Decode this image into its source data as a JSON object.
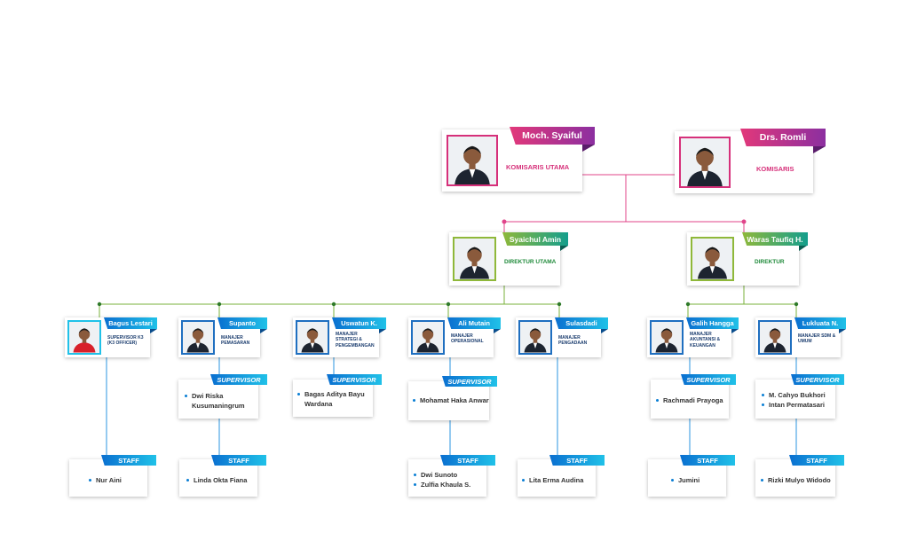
{
  "board": [
    {
      "name": "Moch. Syaiful",
      "role": "KOMISARIS UTAMA"
    },
    {
      "name": "Drs. Romli",
      "role": "KOMISARIS"
    }
  ],
  "directors": [
    {
      "name": "Syaichul Amin",
      "role": "DIREKTUR UTAMA"
    },
    {
      "name": "Waras Taufiq H.",
      "role": "DIREKTUR"
    }
  ],
  "managers": [
    {
      "name": "Bagus Lestari",
      "role": "SUPERVISOR K3 (K3 OFFICER)"
    },
    {
      "name": "Supanto",
      "role": "MANAJER PEMASARAN"
    },
    {
      "name": "Uswatun K.",
      "role": "MANAJER STRATEGI & PENGEMBANGAN"
    },
    {
      "name": "Ali Mutain",
      "role": "MANAJER OPERASIONAL"
    },
    {
      "name": "Sulasdadi",
      "role": "MANAJER PENGADAAN"
    },
    {
      "name": "Galih Hangga",
      "role": "MANAJER AKUNTANSI & KEUANGAN"
    },
    {
      "name": "Lukluata N.",
      "role": "MANAJER SDM & UMUM"
    }
  ],
  "labels": {
    "supervisor": "SUPERVISOR",
    "staff": "STAFF"
  },
  "supervisors": [
    {
      "names": [
        "Dwi Riska Kusumaningrum"
      ]
    },
    {
      "names": [
        "Bagas Aditya Bayu Wardana"
      ]
    },
    {
      "names": [
        "Mohamat Haka Anwar"
      ]
    },
    {
      "names": [
        "Rachmadi Prayoga"
      ]
    },
    {
      "names": [
        "M. Cahyo Bukhori",
        "Intan Permatasari"
      ]
    }
  ],
  "staff": [
    {
      "names": [
        "Nur Aini"
      ]
    },
    {
      "names": [
        "Linda Okta Fiana"
      ]
    },
    {
      "names": [
        "Dwi Sunoto",
        "Zulfia Khaula S."
      ]
    },
    {
      "names": [
        "Lita Erma Audina"
      ]
    },
    {
      "names": [
        "Jumini"
      ]
    },
    {
      "names": [
        "Rizki Mulyo Widodo"
      ]
    }
  ],
  "colors": {
    "board_gradient": [
      "#e2387a",
      "#8c2fa0"
    ],
    "board_role": "#d6307a",
    "director_gradient": [
      "#8fb83a",
      "#149e8c"
    ],
    "director_role": "#1f8a3a",
    "manager_gradient": [
      "#0a6fd0",
      "#20c1e8"
    ],
    "board_line": "#e0448a",
    "director_line": "#7ab23b",
    "manager_line": "#2b95e0"
  }
}
